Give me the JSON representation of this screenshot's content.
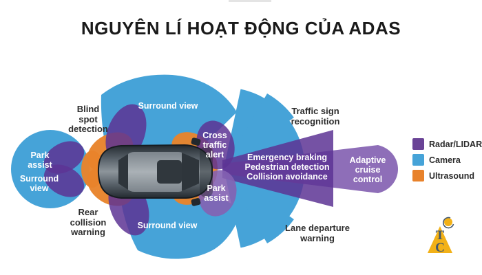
{
  "title": "NGUYÊN LÍ HOẠT ĐỘNG CỦA ADAS",
  "diagram": {
    "labels": {
      "blind_spot": [
        "Blind",
        "spot",
        "detection"
      ],
      "rear_collision": [
        "Rear",
        "collision",
        "warning"
      ],
      "park_assist_rear": [
        "Park",
        "assist"
      ],
      "surround_rear": [
        "Surround",
        "view"
      ],
      "surround_top": [
        "Surround view"
      ],
      "surround_bottom": [
        "Surround view"
      ],
      "cross_traffic": [
        "Cross",
        "traffic",
        "alert"
      ],
      "park_assist_front": [
        "Park",
        "assist"
      ],
      "traffic_sign": [
        "Traffic sign",
        "recognition"
      ],
      "emergency": [
        "Emergency braking",
        "Pedestrian detection",
        "Collision avoidance"
      ],
      "adaptive": [
        "Adaptive",
        "cruise",
        "control"
      ],
      "lane_departure": [
        "Lane departure",
        "warning"
      ]
    },
    "legend": {
      "items": [
        {
          "label": "Radar/LIDAR",
          "color": "#6a4396"
        },
        {
          "label": "Camera",
          "color": "#46a3d8"
        },
        {
          "label": "Ultrasound",
          "color": "#e8822b"
        }
      ]
    },
    "palette": {
      "camera_blue": "#46a3d8",
      "radar_purple": "#5d3494",
      "radar_purple_light": "#8462b2",
      "ultrasound_orange": "#e8832b",
      "car_body": "#2b3238"
    },
    "logo": {
      "top_letter": "T",
      "bottom_letter": "C",
      "triangle_color": "#f2b118"
    }
  }
}
